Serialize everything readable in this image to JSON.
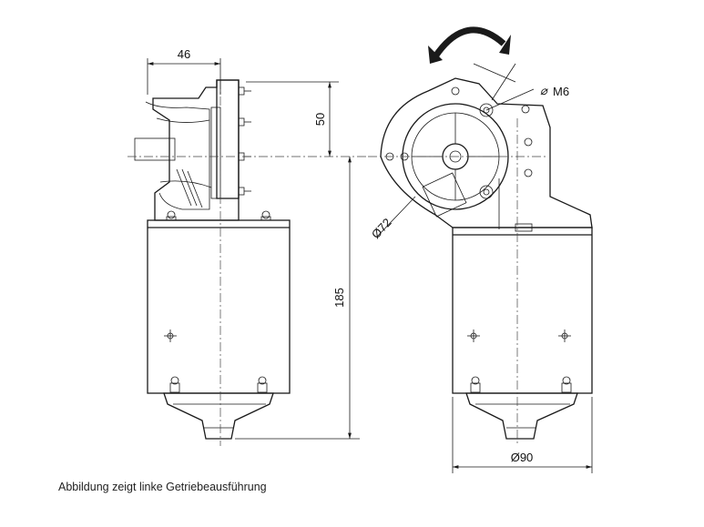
{
  "dimensions": {
    "width_46": "46",
    "height_50": "50",
    "height_185": "185",
    "diameter_72": "Ø72",
    "diameter_90": "Ø90",
    "thread_m6": "M6"
  },
  "caption": "Abbildung zeigt linke Getriebeausführung",
  "icons": {
    "rotation": "rotation-arrow-icon"
  }
}
